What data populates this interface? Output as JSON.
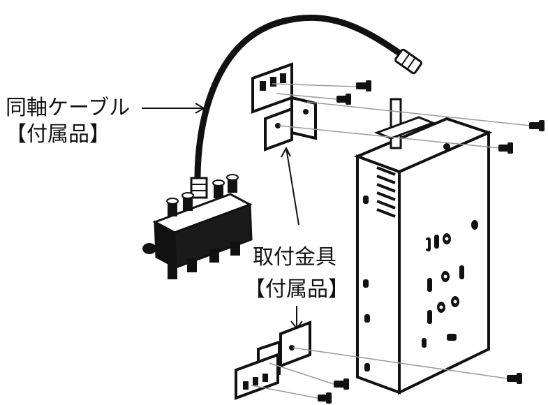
{
  "labels": {
    "cable_name": "同軸ケーブル",
    "cable_note": "【付属品】",
    "bracket_name": "取付金具",
    "bracket_note": "【付属品】"
  },
  "colors": {
    "ink": "#111111",
    "paper": "#ffffff",
    "screw_line": "#9a9a9a"
  }
}
